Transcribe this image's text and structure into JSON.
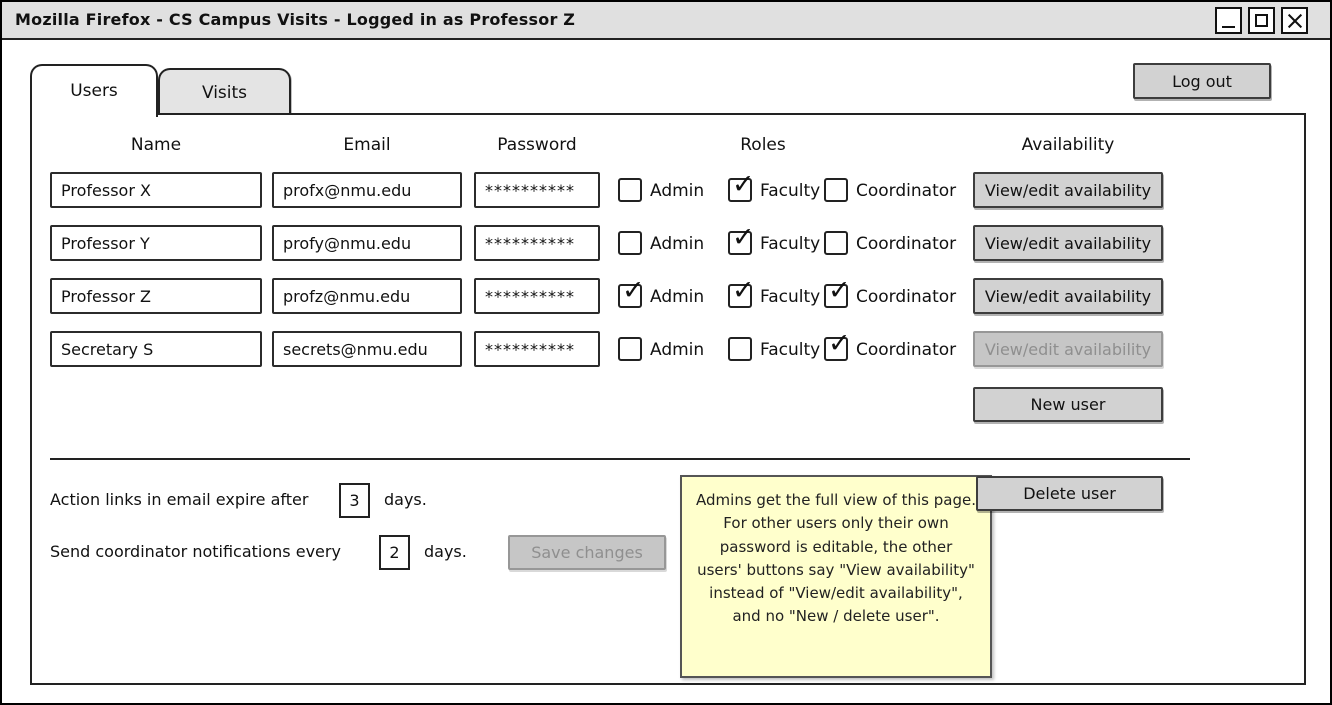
{
  "window": {
    "title": "Mozilla Firefox - CS Campus Visits - Logged in as Professor Z"
  },
  "header": {
    "tabs": [
      {
        "label": "Users",
        "active": true
      },
      {
        "label": "Visits",
        "active": false
      }
    ],
    "logout_label": "Log out"
  },
  "icons": {
    "check_glyph": "✓",
    "window_controls": [
      "minimize-icon",
      "maximize-icon",
      "close-icon"
    ]
  },
  "users_table": {
    "columns": [
      "Name",
      "Email",
      "Password",
      "Roles",
      "Availability"
    ],
    "role_labels": [
      "Admin",
      "Faculty",
      "Coordinator"
    ],
    "rows": [
      {
        "name": "Professor X",
        "email": "profx@nmu.edu",
        "password": "**********",
        "roles": {
          "admin": false,
          "faculty": true,
          "coordinator": false
        },
        "availability_label": "View/edit availability",
        "availability_enabled": true
      },
      {
        "name": "Professor Y",
        "email": "profy@nmu.edu",
        "password": "**********",
        "roles": {
          "admin": false,
          "faculty": true,
          "coordinator": false
        },
        "availability_label": "View/edit availability",
        "availability_enabled": true
      },
      {
        "name": "Professor Z",
        "email": "profz@nmu.edu",
        "password": "**********",
        "roles": {
          "admin": true,
          "faculty": true,
          "coordinator": true
        },
        "availability_label": "View/edit availability",
        "availability_enabled": true
      },
      {
        "name": "Secretary S",
        "email": "secrets@nmu.edu",
        "password": "**********",
        "roles": {
          "admin": false,
          "faculty": false,
          "coordinator": true
        },
        "availability_label": "View/edit availability",
        "availability_enabled": false
      }
    ],
    "new_user_label": "New user",
    "delete_user_label": "Delete user"
  },
  "settings": {
    "expire_label_before": "Action links in email expire after",
    "expire_value": "3",
    "expire_label_after": "days.",
    "notify_label_before": "Send coordinator notifications every",
    "notify_value": "2",
    "notify_label_after": "days.",
    "save_label": "Save changes",
    "save_enabled": false
  },
  "annotation_note": {
    "text": "Admins get the full view of this page. For other users only their own password is editable, the other users' buttons say \"View availability\" instead of \"View/edit availability\", and no \"New / delete user\".",
    "bg_color": "#ffffcc"
  },
  "colors": {
    "titlebar_bg": "#e0e0e0",
    "button_bg": "#d2d2d2",
    "disabled_text": "#8f8f8f",
    "note_bg": "#ffffcc"
  }
}
